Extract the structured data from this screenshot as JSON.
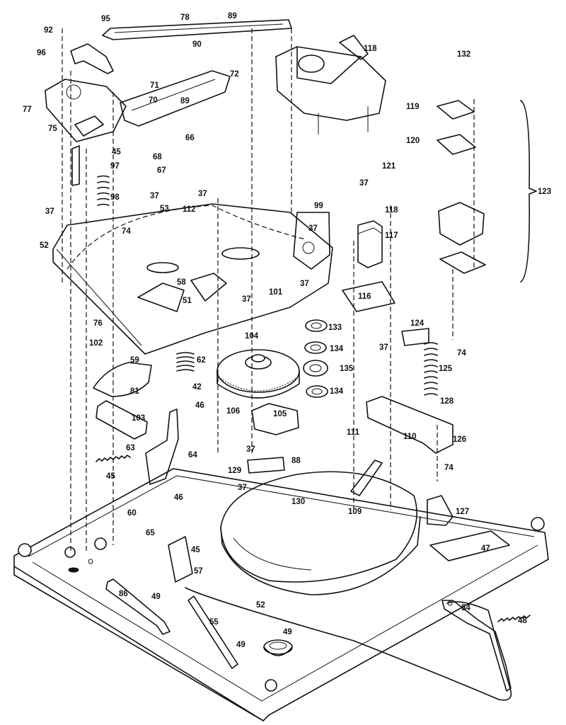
{
  "parts": [
    {
      "id": "p92",
      "label": "92"
    },
    {
      "id": "p95",
      "label": "95"
    },
    {
      "id": "p96",
      "label": "96"
    },
    {
      "id": "p78",
      "label": "78"
    },
    {
      "id": "p89a",
      "label": "89"
    },
    {
      "id": "p90",
      "label": "90"
    },
    {
      "id": "p118a",
      "label": "118"
    },
    {
      "id": "p132",
      "label": "132"
    },
    {
      "id": "p77",
      "label": "77"
    },
    {
      "id": "p75",
      "label": "75"
    },
    {
      "id": "p71",
      "label": "71"
    },
    {
      "id": "p70",
      "label": "70"
    },
    {
      "id": "p72",
      "label": "72"
    },
    {
      "id": "p89b",
      "label": "89"
    },
    {
      "id": "p119",
      "label": "119"
    },
    {
      "id": "p66",
      "label": "66"
    },
    {
      "id": "p120",
      "label": "120"
    },
    {
      "id": "p45a",
      "label": "45"
    },
    {
      "id": "p68",
      "label": "68"
    },
    {
      "id": "p97",
      "label": "97"
    },
    {
      "id": "p67",
      "label": "67"
    },
    {
      "id": "p121",
      "label": "121"
    },
    {
      "id": "p37a",
      "label": "37"
    },
    {
      "id": "p37b",
      "label": "37"
    },
    {
      "id": "p37c",
      "label": "37"
    },
    {
      "id": "p98",
      "label": "98"
    },
    {
      "id": "p123",
      "label": "123"
    },
    {
      "id": "p37d",
      "label": "37"
    },
    {
      "id": "p53",
      "label": "53"
    },
    {
      "id": "p112",
      "label": "112"
    },
    {
      "id": "p99",
      "label": "99"
    },
    {
      "id": "p118b",
      "label": "118"
    },
    {
      "id": "p74a",
      "label": "74"
    },
    {
      "id": "p37e",
      "label": "37"
    },
    {
      "id": "p52",
      "label": "52"
    },
    {
      "id": "p117",
      "label": "117"
    },
    {
      "id": "p58",
      "label": "58"
    },
    {
      "id": "p37f",
      "label": "37"
    },
    {
      "id": "p101",
      "label": "101"
    },
    {
      "id": "p51",
      "label": "51"
    },
    {
      "id": "p37g",
      "label": "37"
    },
    {
      "id": "p116",
      "label": "116"
    },
    {
      "id": "p76",
      "label": "76"
    },
    {
      "id": "p133",
      "label": "133"
    },
    {
      "id": "p124",
      "label": "124"
    },
    {
      "id": "p104",
      "label": "104"
    },
    {
      "id": "p102",
      "label": "102"
    },
    {
      "id": "p37h",
      "label": "37"
    },
    {
      "id": "p74b",
      "label": "74"
    },
    {
      "id": "p134a",
      "label": "134"
    },
    {
      "id": "p59",
      "label": "59"
    },
    {
      "id": "p62",
      "label": "62"
    },
    {
      "id": "p135",
      "label": "135"
    },
    {
      "id": "p125",
      "label": "125"
    },
    {
      "id": "p81",
      "label": "81"
    },
    {
      "id": "p42",
      "label": "42"
    },
    {
      "id": "p134b",
      "label": "134"
    },
    {
      "id": "p46a",
      "label": "46"
    },
    {
      "id": "p128",
      "label": "128"
    },
    {
      "id": "p106",
      "label": "106"
    },
    {
      "id": "p105",
      "label": "105"
    },
    {
      "id": "p103",
      "label": "103"
    },
    {
      "id": "p111",
      "label": "111"
    },
    {
      "id": "p110",
      "label": "110"
    },
    {
      "id": "p126",
      "label": "126"
    },
    {
      "id": "p63",
      "label": "63"
    },
    {
      "id": "p64",
      "label": "64"
    },
    {
      "id": "p37i",
      "label": "37"
    },
    {
      "id": "p88",
      "label": "88"
    },
    {
      "id": "p45b",
      "label": "45"
    },
    {
      "id": "p129",
      "label": "129"
    },
    {
      "id": "p74c",
      "label": "74"
    },
    {
      "id": "p37j",
      "label": "37"
    },
    {
      "id": "p46b",
      "label": "46"
    },
    {
      "id": "p130",
      "label": "130"
    },
    {
      "id": "p127",
      "label": "127"
    },
    {
      "id": "p60",
      "label": "60"
    },
    {
      "id": "p109",
      "label": "109"
    },
    {
      "id": "p65",
      "label": "65"
    },
    {
      "id": "p45c",
      "label": "45"
    },
    {
      "id": "p47",
      "label": "47"
    },
    {
      "id": "p57",
      "label": "57"
    },
    {
      "id": "p86",
      "label": "86"
    },
    {
      "id": "p49a",
      "label": "49"
    },
    {
      "id": "p52b",
      "label": "52"
    },
    {
      "id": "p54",
      "label": "54"
    },
    {
      "id": "p48",
      "label": "48"
    },
    {
      "id": "p55",
      "label": "55"
    },
    {
      "id": "p49b",
      "label": "49"
    },
    {
      "id": "p49c",
      "label": "49"
    }
  ]
}
